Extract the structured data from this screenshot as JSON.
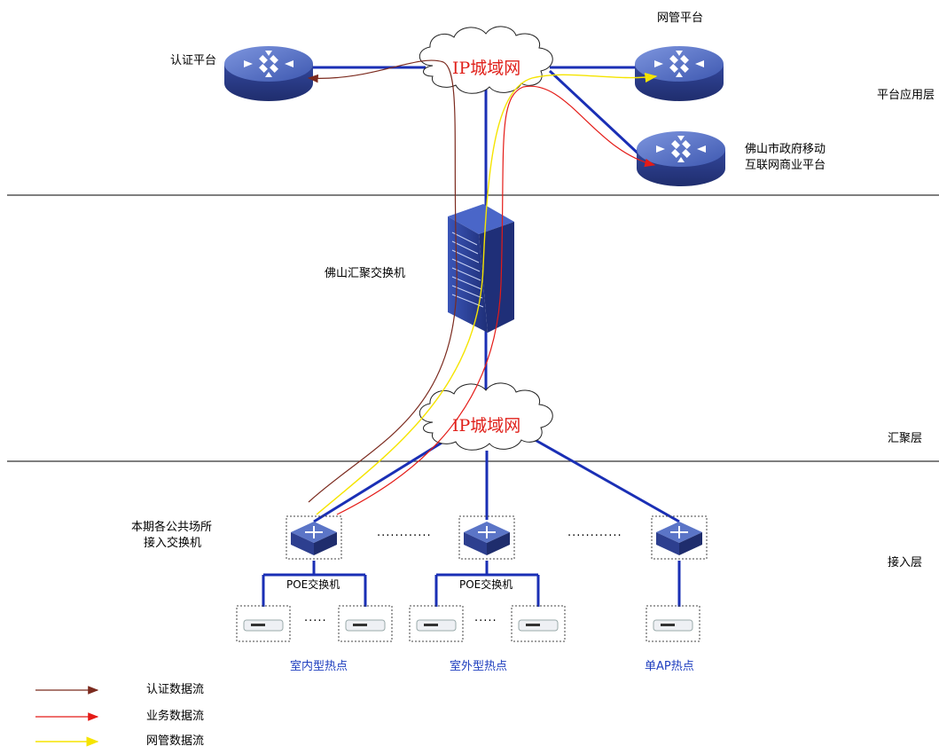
{
  "layers": {
    "platform": "平台应用层",
    "aggregation": "汇聚层",
    "access": "接入层"
  },
  "nodes": {
    "auth_platform": "认证平台",
    "nms_platform": "网管平台",
    "gov_platform_line1": "佛山市政府移动",
    "gov_platform_line2": "互联网商业平台",
    "core_switch": "佛山汇聚交换机",
    "access_switch_line1": "本期各公共场所",
    "access_switch_line2": "接入交换机",
    "cloud_top": "IP城域网",
    "cloud_bottom": "IP城域网",
    "poe_left": "POE交换机",
    "poe_mid": "POE交换机",
    "dots_switch_1": "............",
    "dots_switch_2": "............",
    "dots_ap_1": ".....",
    "dots_ap_2": "....."
  },
  "hotspots": {
    "indoor": "室内型热点",
    "outdoor": "室外型热点",
    "single_ap": "单AP热点"
  },
  "legend": [
    {
      "label": "认证数据流",
      "color": "#7b2a1e"
    },
    {
      "label": "业务数据流",
      "color": "#e41b17"
    },
    {
      "label": "网管数据流",
      "color": "#f5e400"
    }
  ],
  "colors": {
    "link": "#1a2fb5",
    "auth_flow": "#7b2a1e",
    "service_flow": "#e41b17",
    "nms_flow": "#f5e400",
    "router_top": "#5b75c7",
    "router_side": "#2d3f8f",
    "cloud_text": "#e0211b"
  }
}
